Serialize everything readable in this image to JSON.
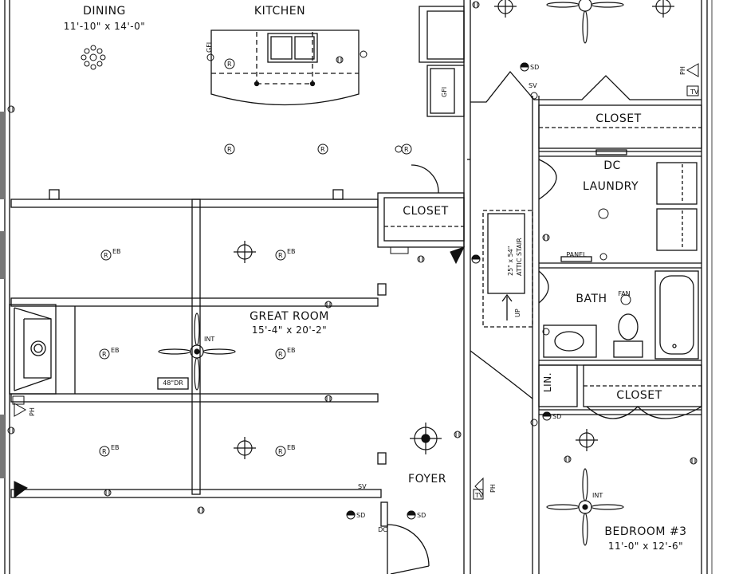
{
  "rooms": {
    "dining": {
      "name": "DINING",
      "dims": "11'-10\" x 14'-0\""
    },
    "kitchen": {
      "name": "KITCHEN"
    },
    "great_room": {
      "name": "GREAT ROOM",
      "dims": "15'-4\" x 20'-2\""
    },
    "closet_hall": {
      "name": "CLOSET"
    },
    "closet_laundry": {
      "name": "CLOSET"
    },
    "closet_bedroom": {
      "name": "CLOSET"
    },
    "laundry": {
      "name": "LAUNDRY",
      "tag": "DC"
    },
    "bath": {
      "name": "BATH",
      "fan": "FAN"
    },
    "foyer": {
      "name": "FOYER"
    },
    "bedroom3": {
      "name": "BEDROOM #3",
      "dims": "11'-0\" x 12'-6\""
    },
    "linen": {
      "name": "LIN."
    }
  },
  "notes": {
    "attic_stair_size": "25\" x 54\"",
    "attic_stair_label": "ATTIC STAIR",
    "attic_up": "UP",
    "dr_width": "48\"DR",
    "panel": "PANEL",
    "dc_foyer": "DC"
  },
  "symbols": {
    "fan_int": "INT",
    "eb": "EB",
    "sd": "SD",
    "r": "R",
    "gfi": "GFI",
    "ph": "PH",
    "tv": "TV",
    "sv": "SV"
  },
  "colors": {
    "ink": "#111111",
    "paper": "#ffffff"
  }
}
